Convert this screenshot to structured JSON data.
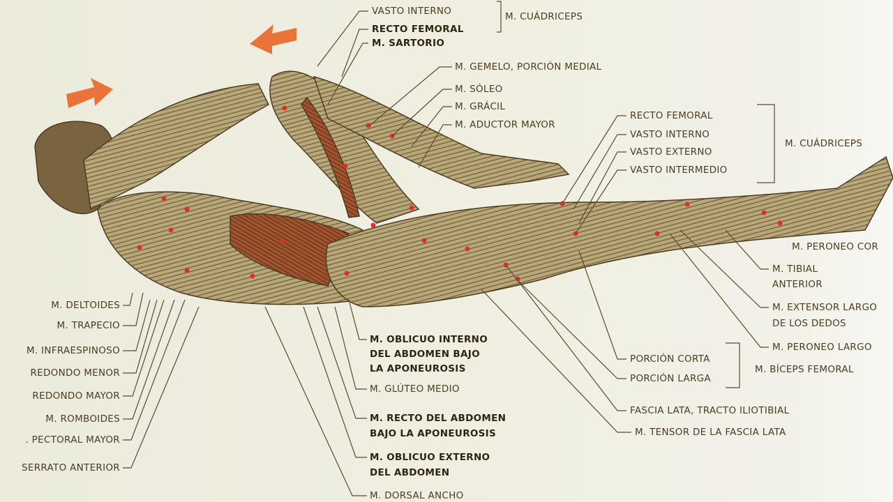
{
  "colors": {
    "ink": "#4a3c22",
    "muscle": "#8a6a3a",
    "muscle_red": "#9a4a2a",
    "arrow": "#e8743a",
    "dot": "#d8322a"
  },
  "top": {
    "vasto_interno": "VASTO INTERNO",
    "recto_femoral": "RECTO FEMORAL",
    "sartorio": "M. SARTORIO",
    "cuadriceps": "M. CUÁDRICEPS"
  },
  "leg_upper": {
    "gemelo": "M. GEMELO, PORCIÓN MEDIAL",
    "soleo": "M. SÓLEO",
    "gracil": "M. GRÁCIL",
    "aductor": "M. ADUCTOR MAYOR"
  },
  "right_quad": {
    "recto_femoral": "RECTO FEMORAL",
    "vasto_interno": "VASTO INTERNO",
    "vasto_externo": "VASTO EXTERNO",
    "vasto_intermedio": "VASTO INTERMEDIO",
    "cuadriceps": "M. CUÁDRICEPS"
  },
  "right_lower": {
    "peroneo_corto": "M. PERONEO COR",
    "tibial_1": "M. TIBIAL",
    "tibial_2": "ANTERIOR",
    "extensor_1": "M. EXTENSOR LARGO",
    "extensor_2": "DE LOS DEDOS",
    "peroneo_largo": "M. PERONEO LARGO",
    "biceps": "M. BÍCEPS FEMORAL",
    "porcion_corta": "PORCIÓN CORTA",
    "porcion_larga": "PORCIÓN LARGA",
    "fascia": "FASCIA LATA, TRACTO ILIOTIBIAL",
    "tensor": "M. TENSOR DE LA FASCIA LATA"
  },
  "left": [
    "M. DELTOIDES",
    "M. TRAPECIO",
    "M. INFRAESPINOSO",
    "REDONDO MENOR",
    "REDONDO MAYOR",
    "M. ROMBOIDES",
    ". PECTORAL MAYOR",
    "SERRATO ANTERIOR"
  ],
  "center": {
    "oblicuo_int_1": "M. OBLICUO INTERNO",
    "oblicuo_int_2": "DEL ABDOMEN BAJO",
    "oblicuo_int_3": "LA APONEUROSIS",
    "gluteo": "M. GLÚTEO MEDIO",
    "recto_1": "M. RECTO DEL ABDOMEN",
    "recto_2": "BAJO LA APONEUROSIS",
    "oblicuo_ext_1": "M. OBLICUO EXTERNO",
    "oblicuo_ext_2": "DEL ABDOMEN",
    "dorsal": "M. DORSAL ANCHO"
  }
}
